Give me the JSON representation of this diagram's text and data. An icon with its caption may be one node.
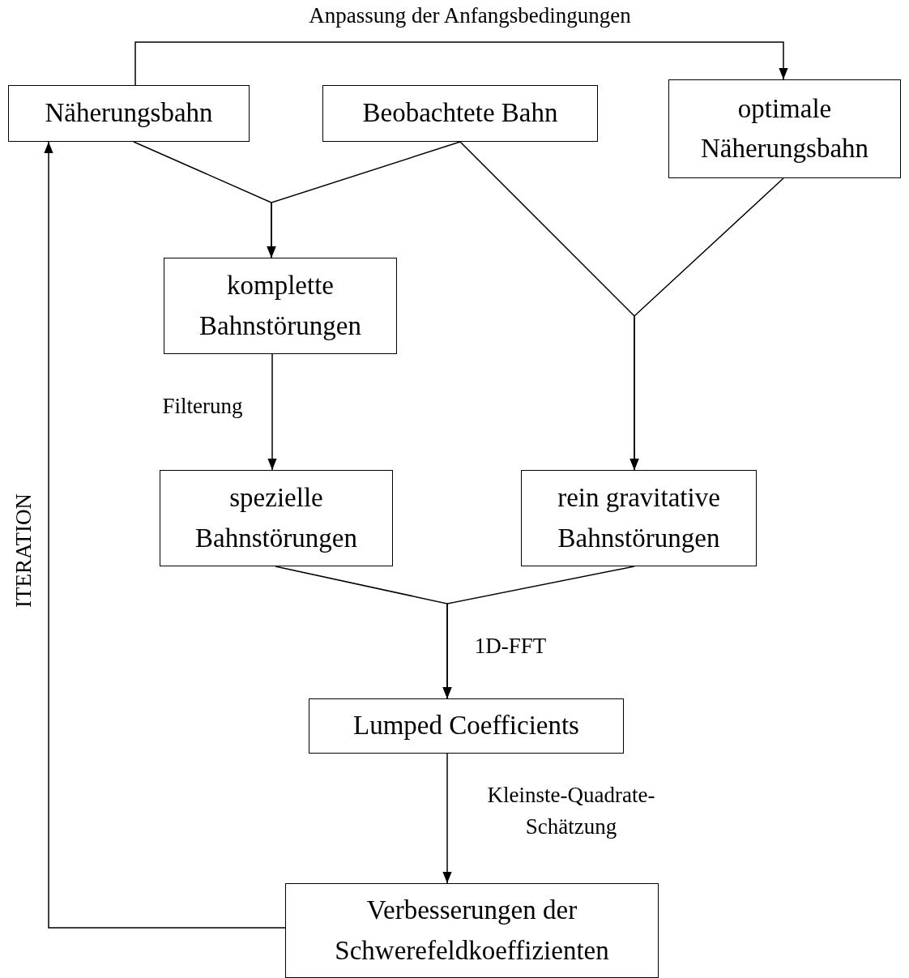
{
  "diagram": {
    "nodes": [
      {
        "text": [
          "Näherungsbahn"
        ]
      },
      {
        "text": [
          "Beobachtete Bahn"
        ]
      },
      {
        "text": [
          "optimale Näherungsbahn"
        ]
      },
      {
        "text": [
          "komplette Bahnstörungen"
        ]
      },
      {
        "text": [
          "spezielle Bahnstörungen"
        ]
      },
      {
        "text": [
          "rein gravitative Bahnstörungen"
        ]
      },
      {
        "text": [
          "Lumped Coefficients"
        ]
      },
      {
        "text": [
          "Verbesserungen der Schwerefeldkoeffizienten"
        ]
      }
    ],
    "edges": [
      {
        "from": 0,
        "to": 2,
        "arrow": "to",
        "label": "Anpassung der Anfangsbedingungen"
      },
      {
        "from": 0,
        "to": 3,
        "arrow": "to"
      },
      {
        "from": 1,
        "to": 3,
        "arrow": "to"
      },
      {
        "from": 1,
        "to": 5,
        "arrow": "to"
      },
      {
        "from": 2,
        "to": 5,
        "arrow": "to"
      },
      {
        "from": 3,
        "to": 4,
        "arrow": "to",
        "label": "Filterung"
      },
      {
        "from": 4,
        "to": 6,
        "arrow": "to",
        "label": "1D-FFT"
      },
      {
        "from": 5,
        "to": 6,
        "arrow": "to"
      },
      {
        "from": 6,
        "to": 7,
        "arrow": "to",
        "label": "Kleinste-Quadrate-Schätzung"
      },
      {
        "from": 7,
        "to": 0,
        "arrow": "to",
        "label": "ITERATION"
      }
    ]
  }
}
